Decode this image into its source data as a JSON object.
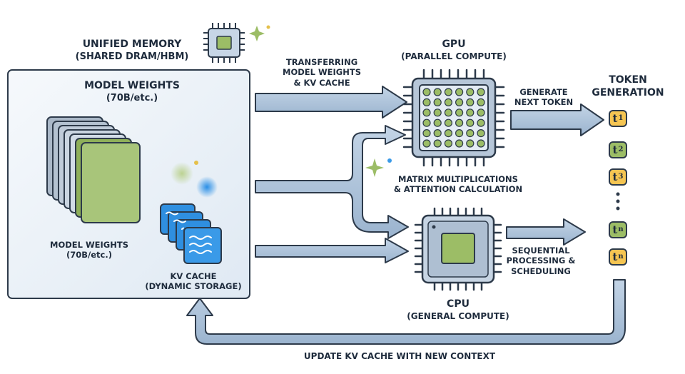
{
  "unified_memory": {
    "title": "UNIFIED MEMORY",
    "subtitle": "(SHARED DRAM/HBM)"
  },
  "memory_box": {
    "title": "MODEL WEIGHTS",
    "subtitle": "(70B/etc.)",
    "weights_label": "MODEL WEIGHTS",
    "weights_sublabel": "(70B/etc.)",
    "kv_label": "KV CACHE",
    "kv_sublabel": "(DYNAMIC STORAGE)"
  },
  "transfer": {
    "line1": "TRANSFERRING",
    "line2": "MODEL WEIGHTS",
    "line3": "& KV CACHE"
  },
  "gpu": {
    "title": "GPU",
    "subtitle": "(PARALLEL COMPUTE)"
  },
  "cpu": {
    "title": "CPU",
    "subtitle": "(GENERAL COMPUTE)"
  },
  "matrix": {
    "line1": "MATRIX MULTIPLICATIONS",
    "line2": "& ATTENTION CALCULATION"
  },
  "generate": {
    "line1": "GENERATE",
    "line2": "NEXT TOKEN"
  },
  "sequential": {
    "line1": "SEQUENTIAL",
    "line2": "PROCESSING &",
    "line3": "SCHEDULING"
  },
  "tokens": {
    "title_line1": "TOKEN",
    "title_line2": "GENERATION",
    "items": [
      {
        "base": "t",
        "sub": "1",
        "color": "#f5c552"
      },
      {
        "base": "t",
        "sub": "2",
        "color": "#9cbd66"
      },
      {
        "base": "t",
        "sub": "3",
        "color": "#f5c552"
      },
      {
        "base": "t",
        "sub": "n",
        "color": "#9cbd66"
      },
      {
        "base": "t",
        "sub": "n",
        "color": "#f5c552"
      }
    ]
  },
  "feedback": {
    "label": "UPDATE KV CACHE WITH NEW CONTEXT"
  },
  "colors": {
    "outline": "#2d3a4a",
    "arrow_fill": "#a9c0d8",
    "panel_fill": "#eef4fa",
    "green": "#9cbd66",
    "yellow": "#f5c552",
    "kv_blue": "#2f8fe0"
  }
}
